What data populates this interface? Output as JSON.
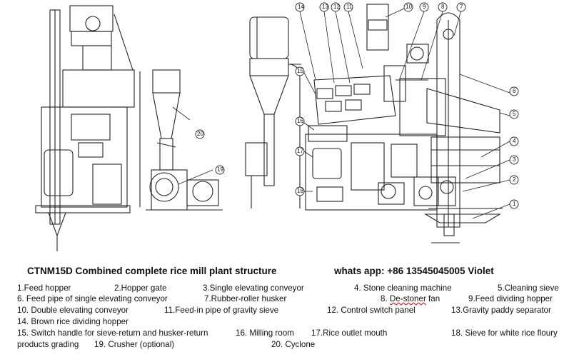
{
  "heading": {
    "title": "CTNM15D Combined complete rice mill plant structure",
    "contact": "whats app: +86 13545045005    Violet"
  },
  "callouts": [
    "1",
    "2",
    "3",
    "4",
    "5",
    "6",
    "7",
    "8",
    "9",
    "10",
    "11",
    "12",
    "13",
    "14",
    "15",
    "16",
    "17",
    "18",
    "19",
    "20"
  ],
  "legend": [
    "1.Feed hopper",
    "2.Hopper gate",
    "3.Single elevating conveyor",
    "4. Stone cleaning machine",
    "5.Cleaning sieve",
    "6. Feed pipe of single elevating conveyor",
    "7.Rubber-roller husker",
    "8.",
    "De-stoner",
    " fan",
    "9.Feed dividing hopper",
    "10. Double elevating conveyor",
    "11.Feed-in pipe of gravity sieve",
    "12. Control switch panel",
    "13.Gravity paddy separator",
    "14. Brown rice dividing hopper",
    "15. Switch handle for sieve-return and husker-return",
    "16. Milling room",
    "17.Rice outlet mouth",
    "18. Sieve for white rice floury",
    "products grading",
    "19. Crusher   (optional)",
    "20. Cyclone"
  ]
}
